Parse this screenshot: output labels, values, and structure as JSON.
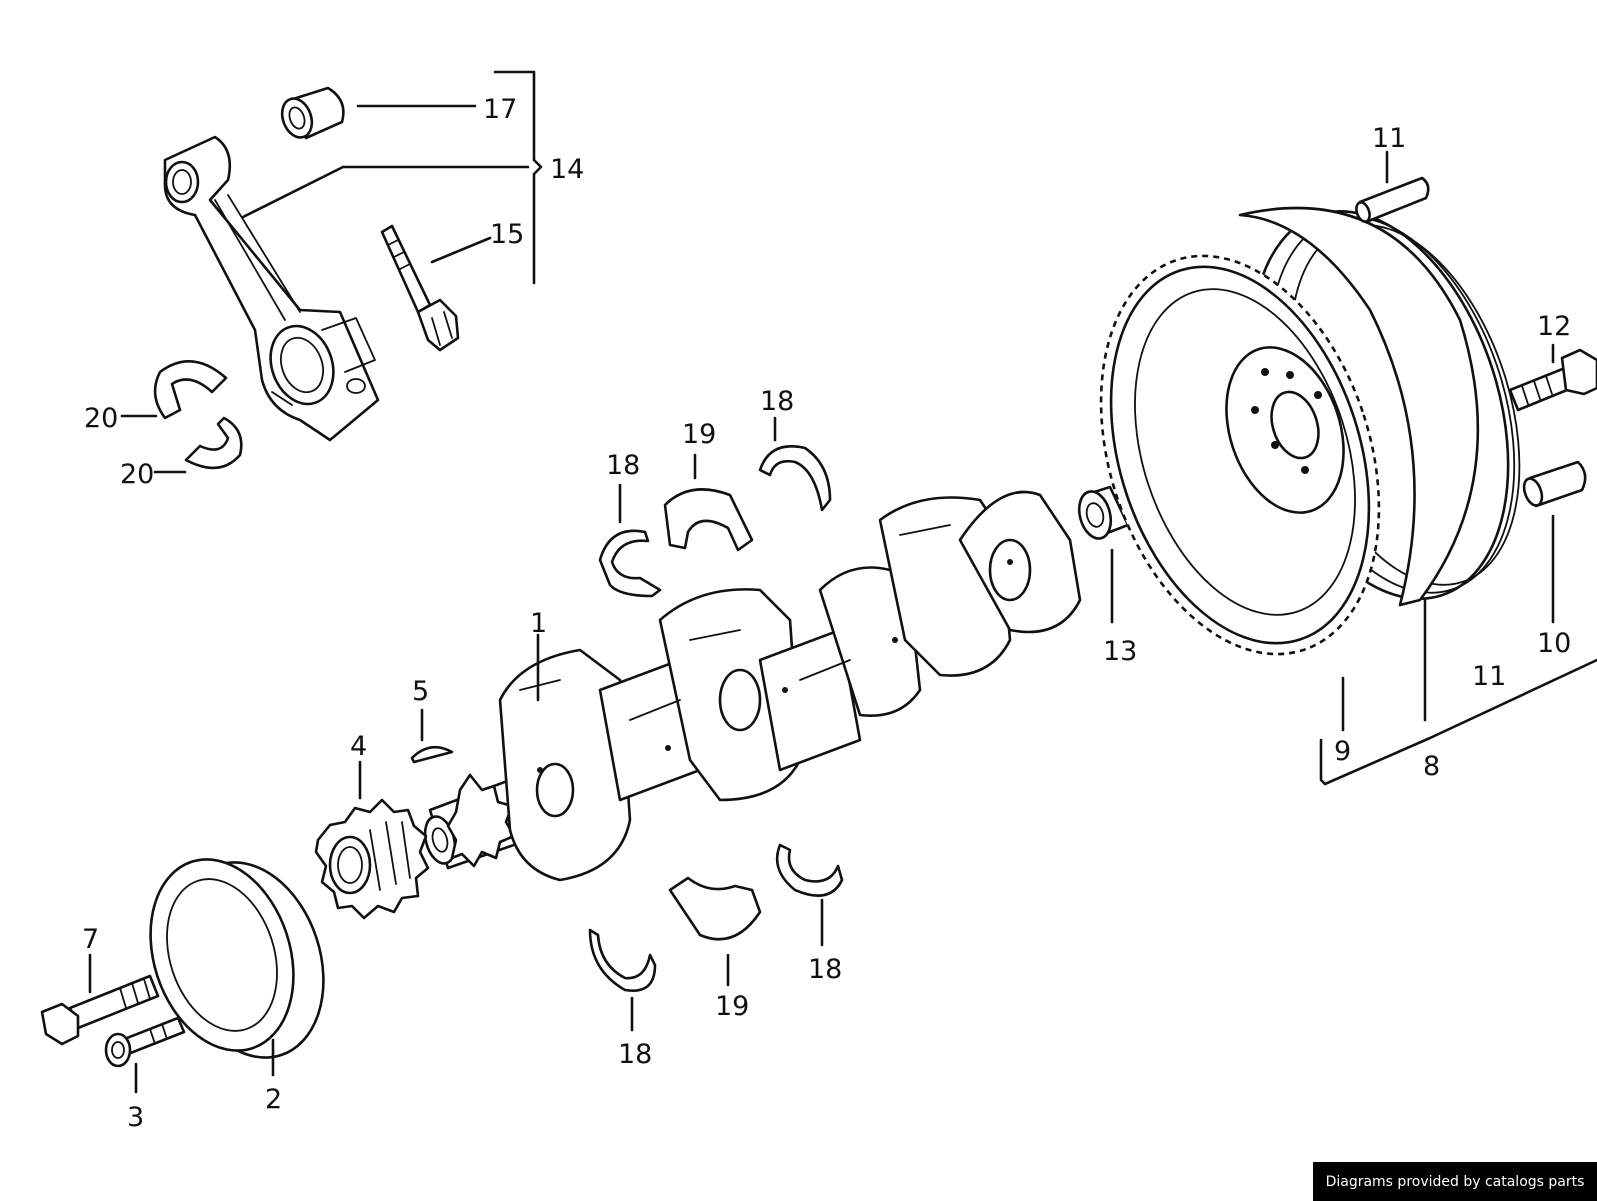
{
  "labels": {
    "p1": "1",
    "p2": "2",
    "p3": "3",
    "p4": "4",
    "p5": "5",
    "p7": "7",
    "p8": "8",
    "p9": "9",
    "p10": "10",
    "p11a": "11",
    "p11b": "11",
    "p12": "12",
    "p13": "13",
    "p14": "14",
    "p15": "15",
    "p17": "17",
    "p18a": "18",
    "p18b": "18",
    "p18c": "18",
    "p18d": "18",
    "p19a": "19",
    "p19b": "19",
    "p20a": "20",
    "p20b": "20"
  },
  "credit": "Diagrams provided by catalogs parts"
}
